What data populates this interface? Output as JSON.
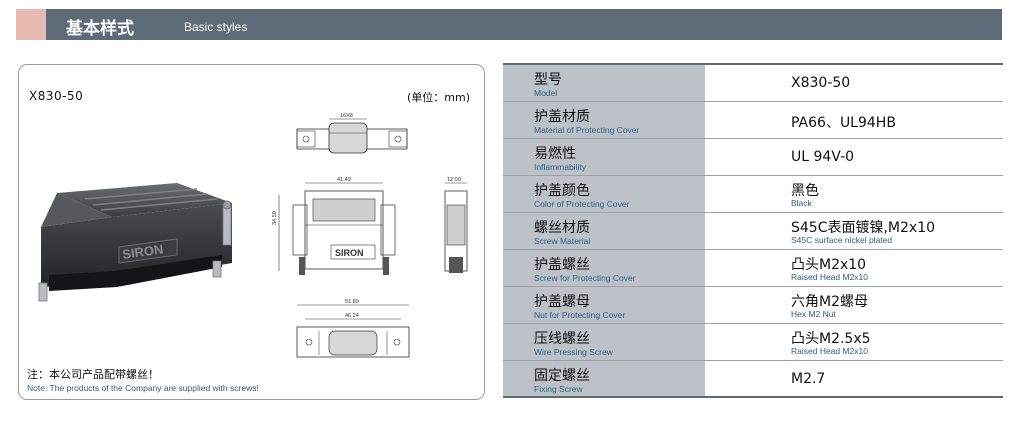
{
  "header": {
    "title_cn": "基本样式",
    "title_en": "Basic styles",
    "bar_color": "#5d6b78",
    "accent_color": "#e8b9b0"
  },
  "left_panel": {
    "model_code": "X830-50",
    "unit": "(单位：mm)",
    "note_cn": "注：本公司产品配带螺丝！",
    "note_en": "Note: The products of the Company are supplied with screws!",
    "photo_brand": "SIRON",
    "drawing": {
      "top_view_dim": "16X8",
      "front_width": "41.49",
      "front_height": "34.50",
      "side_width": "12.00",
      "bottom_outer": "51.89",
      "bottom_inner": "46.24",
      "brand": "SIRON"
    }
  },
  "specs": [
    {
      "label_cn": "型号",
      "label_en": "Model",
      "value": "X830-50",
      "value_en": ""
    },
    {
      "label_cn": "护盖材质",
      "label_en": "Material of Protecting Cover",
      "value": "PA66、UL94HB",
      "value_en": ""
    },
    {
      "label_cn": "易燃性",
      "label_en": "Inflammability",
      "value": "UL 94V-0",
      "value_en": ""
    },
    {
      "label_cn": "护盖颜色",
      "label_en": "Color of Protecting Cover",
      "value": "黑色",
      "value_en": "Black"
    },
    {
      "label_cn": "螺丝材质",
      "label_en": "Screw Material",
      "value": "S45C表面镀镍,M2x10",
      "value_en": "S45C surface nickel plated"
    },
    {
      "label_cn": "护盖螺丝",
      "label_en": "Screw for Protecting Cover",
      "value": "凸头M2x10",
      "value_en": "Raised Head M2x10"
    },
    {
      "label_cn": "护盖螺母",
      "label_en": "Nut for Protecting Cover",
      "value": "六角M2螺母",
      "value_en": "Hex M2 Nut"
    },
    {
      "label_cn": "压线螺丝",
      "label_en": "Wire Pressing Screw",
      "value": "凸头M2.5x5",
      "value_en": "Raised Head M2x10"
    },
    {
      "label_cn": "固定螺丝",
      "label_en": "Fixing Screw",
      "value": "M2.7",
      "value_en": ""
    }
  ]
}
